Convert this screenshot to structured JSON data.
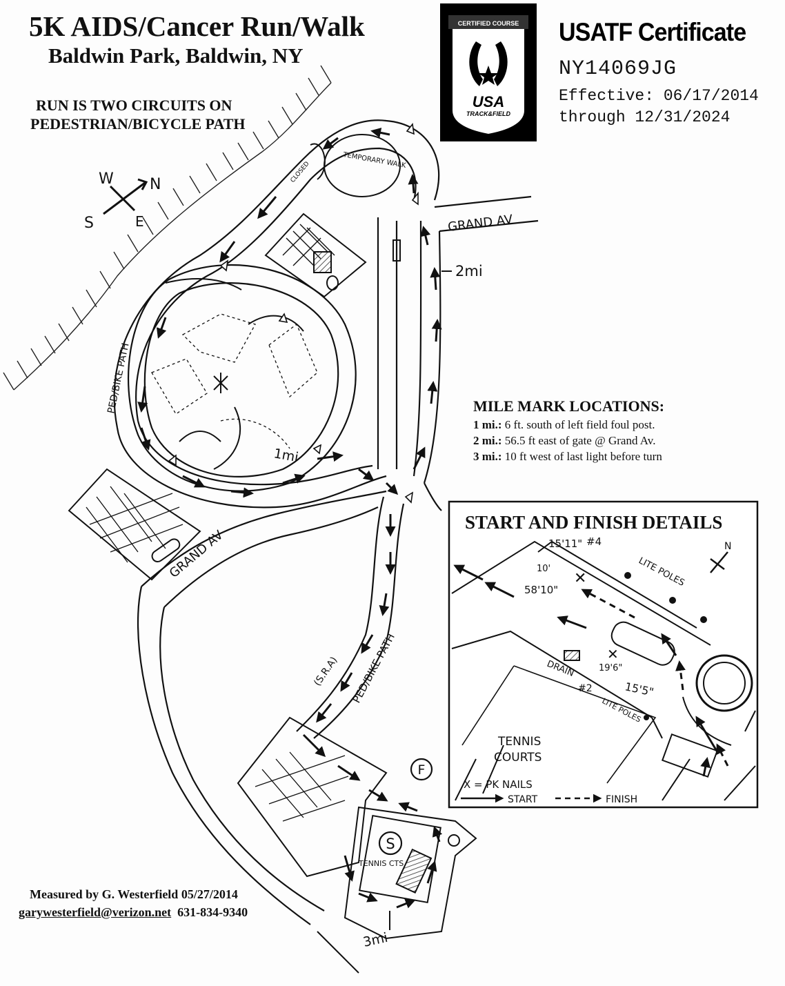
{
  "title": {
    "line1": "5K AIDS/Cancer Run/Walk",
    "line2": "Baldwin Park, Baldwin, NY"
  },
  "note": {
    "line1": "RUN IS TWO CIRCUITS ON",
    "line2": "PEDESTRIAN/BICYCLE PATH"
  },
  "certificate": {
    "heading": "USATF Certificate",
    "number": "NY14069JG",
    "effective": "Effective: 06/17/2014",
    "through": "through 12/31/2024",
    "logo": {
      "ribbon": "CERTIFIED COURSE",
      "usa": "USA",
      "sub": "TRACK&FIELD"
    }
  },
  "compass": {
    "w": "W",
    "n": "N",
    "s": "S",
    "e": "E"
  },
  "map_labels": {
    "grand_av_top": "GRAND AV",
    "grand_av_bottom": "GRAND AV",
    "ped_bike_path_left": "PED/BIKE PATH",
    "ped_bike_path_right": "PED/BIKE PATH",
    "sra": "(S.R.A)",
    "temporary_walk": "TEMPORARY WALK",
    "closed": "CLOSED",
    "mile1": "1mi",
    "mile2": "2mi",
    "mile3": "3mi",
    "start": "S",
    "finish": "F",
    "tennis_cts": "TENNIS CTS"
  },
  "mile_marks": {
    "heading": "MILE MARK LOCATIONS:",
    "items": [
      {
        "label": "1 mi.:",
        "text": "6 ft. south of left field foul post."
      },
      {
        "label": "2 mi.:",
        "text": "56.5 ft east of gate @ Grand Av."
      },
      {
        "label": "3 mi.:",
        "text": "10 ft west of last light before turn"
      }
    ]
  },
  "inset": {
    "title": "START AND FINISH DETAILS",
    "dim1": "15'11\"",
    "mark4": "#4",
    "lite_poles_top": "LITE POLES",
    "dim2": "10'",
    "dim3": "58'10\"",
    "drain": "DRAIN",
    "mark2": "#2",
    "dim4": "19'6\"",
    "dim5": "15'5\"",
    "lite_poles_bottom": "LITE POLES",
    "tennis_courts_line1": "TENNIS",
    "tennis_courts_line2": "COURTS",
    "legend_pk": "X = PK NAILS",
    "legend_start": "START",
    "legend_finish": "FINISH",
    "north": "N"
  },
  "footer": {
    "measured": "Measured by G. Westerfield 05/27/2014",
    "email": "garywesterfield@verizon.net",
    "phone": "631-834-9340"
  }
}
